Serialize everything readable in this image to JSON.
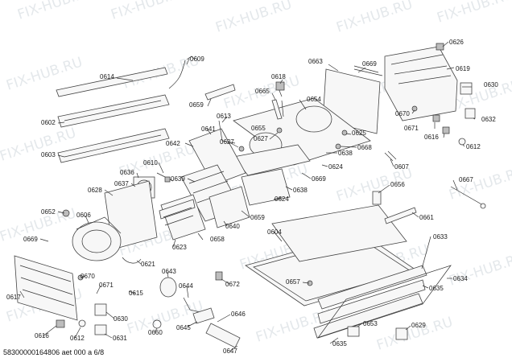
{
  "watermark": "FIX-HUB.RU",
  "footer_text": "58300000164806 aet 000 a 6/8",
  "labels": {
    "p0626": "0626",
    "p0609": "0609",
    "p0614": "0614",
    "p0663": "0663",
    "p0669a": "0669",
    "p0619": "0619",
    "p0618": "0618",
    "p0630a": "0630",
    "p0665": "0665",
    "p0654": "0654",
    "p0659a": "0659",
    "p0613": "0613",
    "p0670a": "0670",
    "p0671a": "0671",
    "p0632": "0632",
    "p0602": "0602",
    "p0641": "0641",
    "p0627a": "0627",
    "p0625": "0625",
    "p0616a": "0616",
    "p0612a": "0612",
    "p0642": "0642",
    "p0627b": "0627",
    "p0655": "0655",
    "p0668": "0668",
    "p0638a": "0638",
    "p0603": "0603",
    "p0610": "0610",
    "p0624a": "0624",
    "p0607": "0607",
    "p0636": "0636",
    "p0639": "0639",
    "p0669b": "0669",
    "p0637": "0637",
    "p0667": "0667",
    "p0628": "0628",
    "p0638b": "0638",
    "p0624b": "0624",
    "p0656": "0656",
    "p0652": "0652",
    "p0606": "0606",
    "p0659b": "0659",
    "p0661": "0661",
    "p0640": "0640",
    "p0604": "0604",
    "p0623": "0623",
    "p0658": "0658",
    "p0633": "0633",
    "p0669c": "0669",
    "p0621": "0621",
    "p0643": "0643",
    "p0634": "0634",
    "p0670b": "0670",
    "p0672": "0672",
    "p0644": "0644",
    "p0657": "0657",
    "p0671b": "0671",
    "p0615": "0615",
    "p0617": "0617",
    "p0635a": "0635",
    "p0646": "0646",
    "p0630b": "0630",
    "p0645": "0645",
    "p0653": "0653",
    "p0629": "0629",
    "p0616b": "0616",
    "p0612b": "0612",
    "p0631": "0631",
    "p0660": "0660",
    "p0635b": "0635",
    "p0647": "0647"
  }
}
